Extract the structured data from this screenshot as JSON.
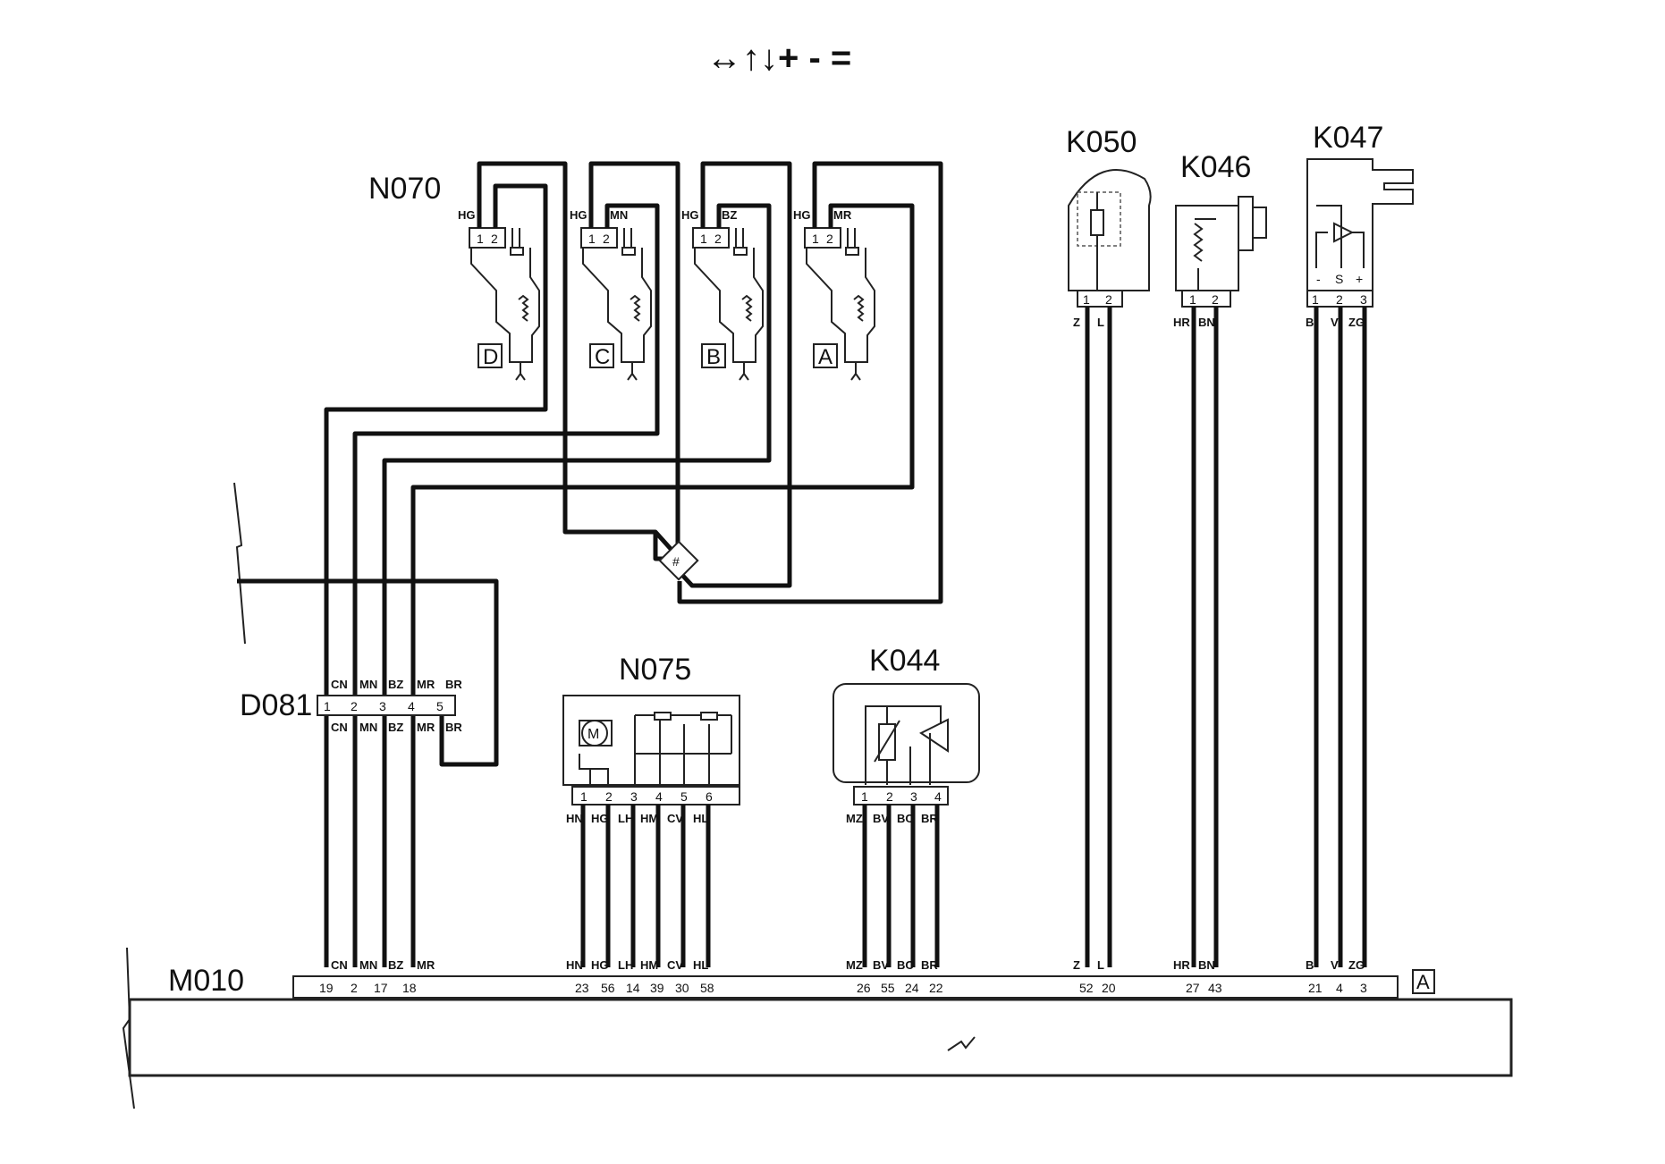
{
  "legend_symbols": "↔↑↓+ - =",
  "colors": {
    "ink": "#111111",
    "paper": "#ffffff"
  },
  "components": {
    "N070": {
      "label": "N070",
      "injectors": [
        {
          "tag": "D",
          "pin1": "1",
          "pin2": "2",
          "wire1": "HG",
          "wire2": ""
        },
        {
          "tag": "C",
          "pin1": "1",
          "pin2": "2",
          "wire1": "HG",
          "wire2": "MN"
        },
        {
          "tag": "B",
          "pin1": "1",
          "pin2": "2",
          "wire1": "HG",
          "wire2": "BZ"
        },
        {
          "tag": "A",
          "pin1": "1",
          "pin2": "2",
          "wire1": "HG",
          "wire2": "MR"
        }
      ]
    },
    "K050": {
      "label": "K050",
      "pins": [
        "1",
        "2"
      ],
      "wires": [
        "Z",
        "L"
      ]
    },
    "K046": {
      "label": "K046",
      "pins": [
        "1",
        "2"
      ],
      "wires": [
        "HR",
        "BN"
      ]
    },
    "K047": {
      "label": "K047",
      "pins": [
        "1",
        "2",
        "3"
      ],
      "wires": [
        "B",
        "V",
        "ZG"
      ],
      "markers": [
        "-",
        "S",
        "+"
      ]
    },
    "D081": {
      "label": "D081",
      "pins": [
        "1",
        "2",
        "3",
        "4",
        "5"
      ],
      "wires": [
        "CN",
        "MN",
        "BZ",
        "MR",
        "BR"
      ]
    },
    "N075": {
      "label": "N075",
      "pins": [
        "1",
        "2",
        "3",
        "4",
        "5",
        "6"
      ],
      "wires": [
        "HN",
        "HG",
        "LH",
        "HM",
        "CV",
        "HL"
      ],
      "motor": "M"
    },
    "K044": {
      "label": "K044",
      "pins": [
        "1",
        "2",
        "3",
        "4"
      ],
      "wires": [
        "MZ",
        "BV",
        "BC",
        "BR"
      ]
    },
    "M010": {
      "label": "M010",
      "tag": "A",
      "pins": [
        "19",
        "2",
        "17",
        "18",
        "23",
        "56",
        "14",
        "39",
        "30",
        "58",
        "26",
        "55",
        "24",
        "22",
        "52",
        "20",
        "27",
        "43",
        "21",
        "4",
        "3"
      ],
      "wires": [
        "CN",
        "MN",
        "BZ",
        "MR",
        "HN",
        "HG",
        "LH",
        "HM",
        "CV",
        "HL",
        "MZ",
        "BV",
        "BC",
        "BR",
        "Z",
        "L",
        "HR",
        "BN",
        "B",
        "V",
        "ZG"
      ]
    },
    "junction": {
      "label": "#"
    }
  }
}
